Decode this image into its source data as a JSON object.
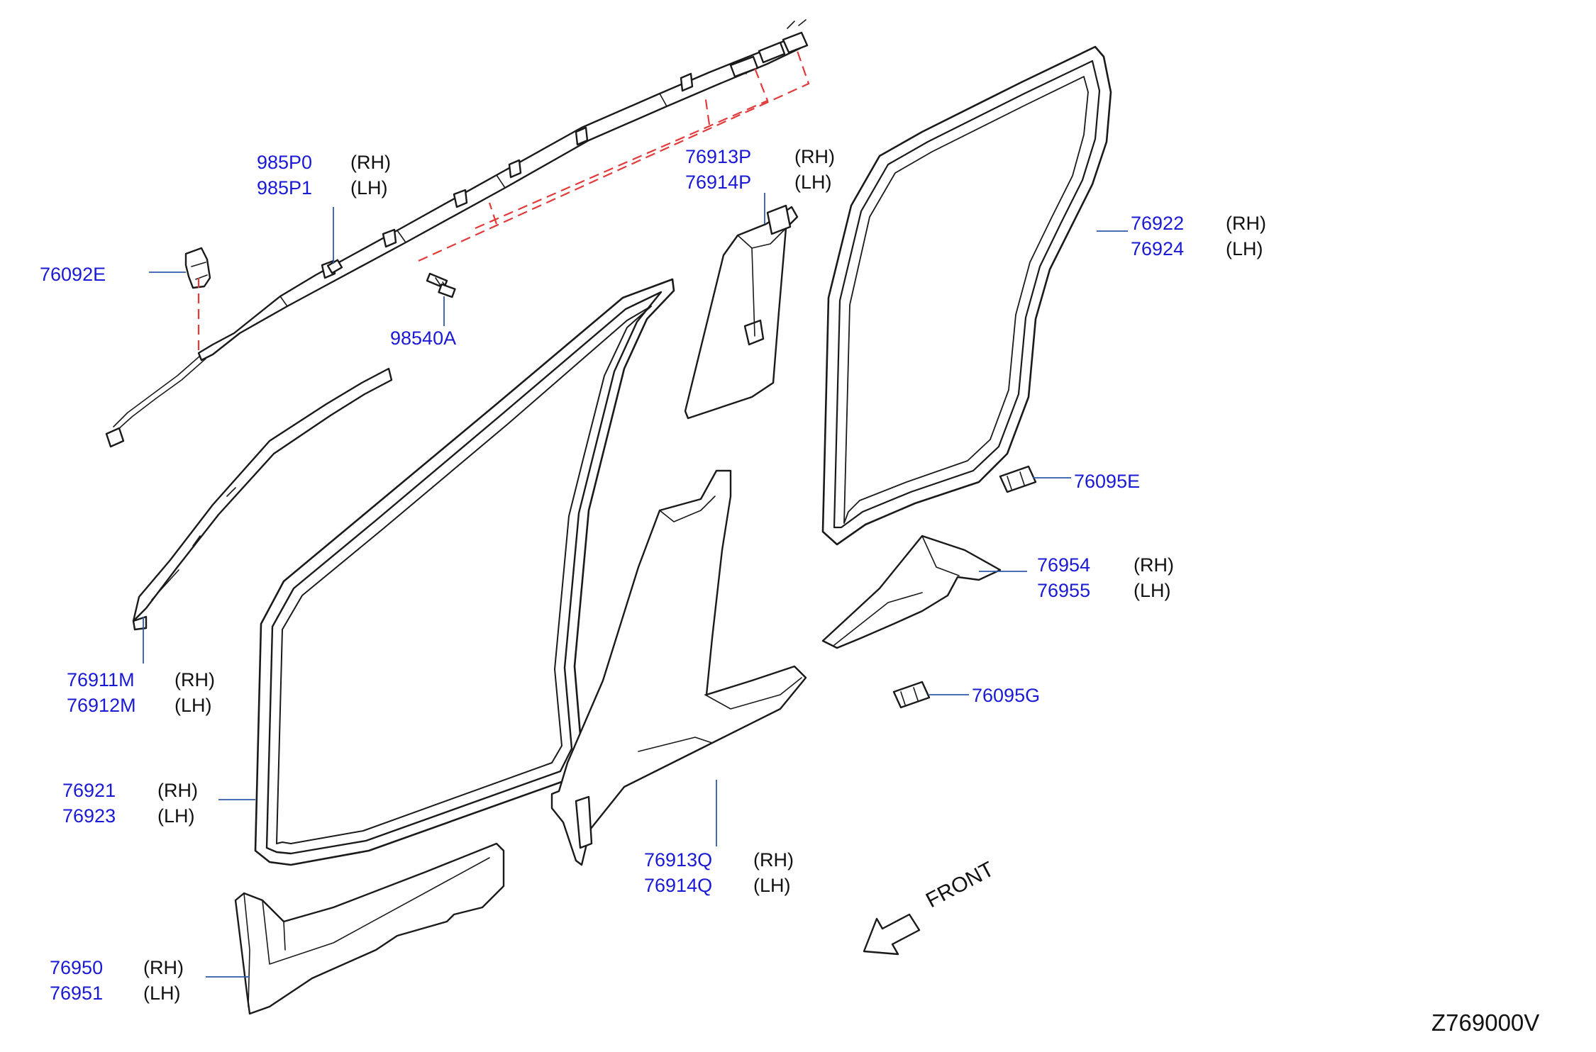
{
  "diagram_code": "Z769000V",
  "front_label": "FRONT",
  "colors": {
    "part_number": "#1a1ad6",
    "leader": "#2f5aa8",
    "dashed_guide": "#e23a3a",
    "outline": "#1a1a1a"
  },
  "callouts": [
    {
      "id": "c985P",
      "lines": [
        {
          "number": "985P0",
          "side": "(RH)"
        },
        {
          "number": "985P1",
          "side": "(LH)"
        }
      ]
    },
    {
      "id": "c76092E",
      "lines": [
        {
          "number": "76092E",
          "side": ""
        }
      ]
    },
    {
      "id": "c98540A",
      "lines": [
        {
          "number": "98540A",
          "side": ""
        }
      ]
    },
    {
      "id": "c76913P",
      "lines": [
        {
          "number": "76913P",
          "side": "(RH)"
        },
        {
          "number": "76914P",
          "side": "(LH)"
        }
      ]
    },
    {
      "id": "c76922",
      "lines": [
        {
          "number": "76922",
          "side": "(RH)"
        },
        {
          "number": "76924",
          "side": "(LH)"
        }
      ]
    },
    {
      "id": "c76095E",
      "lines": [
        {
          "number": "76095E",
          "side": ""
        }
      ]
    },
    {
      "id": "c76954",
      "lines": [
        {
          "number": "76954",
          "side": "(RH)"
        },
        {
          "number": "76955",
          "side": "(LH)"
        }
      ]
    },
    {
      "id": "c76095G",
      "lines": [
        {
          "number": "76095G",
          "side": ""
        }
      ]
    },
    {
      "id": "c76911M",
      "lines": [
        {
          "number": "76911M",
          "side": "(RH)"
        },
        {
          "number": "76912M",
          "side": "(LH)"
        }
      ]
    },
    {
      "id": "c76921",
      "lines": [
        {
          "number": "76921",
          "side": "(RH)"
        },
        {
          "number": "76923",
          "side": "(LH)"
        }
      ]
    },
    {
      "id": "c76913Q",
      "lines": [
        {
          "number": "76913Q",
          "side": "(RH)"
        },
        {
          "number": "76914Q",
          "side": "(LH)"
        }
      ]
    },
    {
      "id": "c76950",
      "lines": [
        {
          "number": "76950",
          "side": "(RH)"
        },
        {
          "number": "76951",
          "side": "(LH)"
        }
      ]
    }
  ]
}
